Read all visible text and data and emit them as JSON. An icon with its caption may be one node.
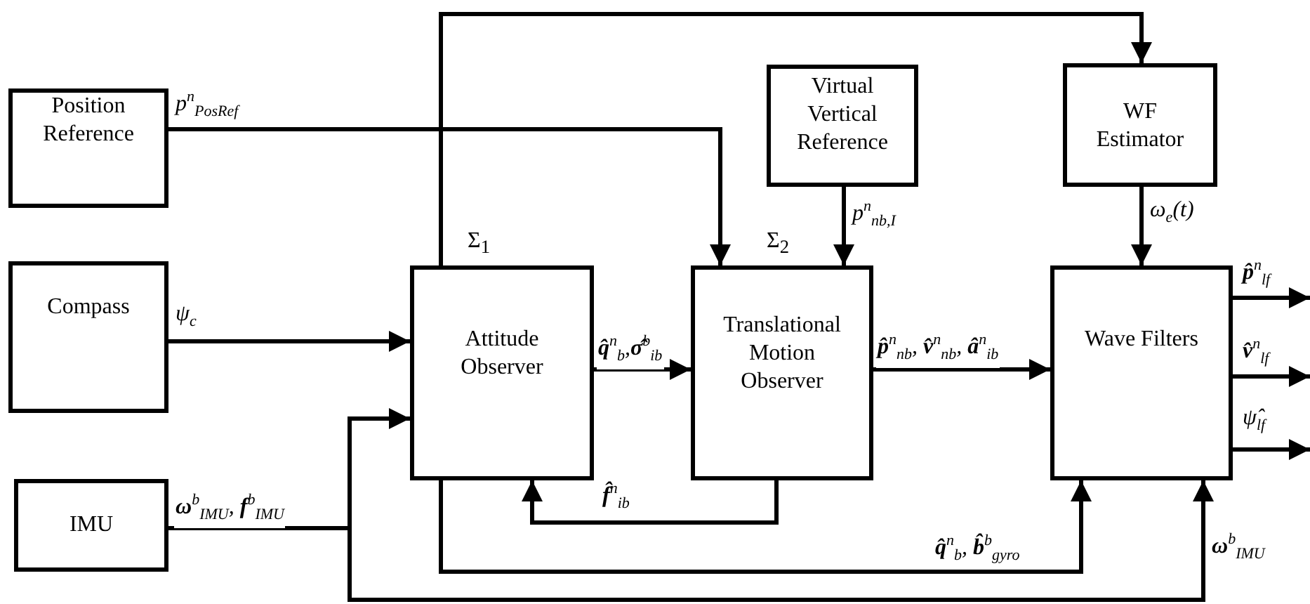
{
  "diagram": {
    "nodes": [
      {
        "text": [
          "Position Reference"
        ]
      },
      {
        "text": [
          "Compass"
        ]
      },
      {
        "text": [
          "IMU"
        ]
      },
      {
        "text": [
          "Attitude Observer"
        ],
        "beside": [
          "Σ$_{1}$"
        ]
      },
      {
        "text": [
          "Translational Motion Observer"
        ],
        "beside": [
          "Σ$_{2}$"
        ]
      },
      {
        "text": [
          "Virtual Vertical Reference"
        ]
      },
      {
        "text": [
          "WF Estimator"
        ]
      },
      {
        "text": [
          "Wave Filters"
        ]
      }
    ],
    "edges": [
      {
        "from": 0,
        "to": 4,
        "arrow": "to",
        "label": "p$^{n}$$_{PosRef}$"
      },
      {
        "from": 1,
        "to": 3,
        "arrow": "to",
        "label": "ψ$_{c}$"
      },
      {
        "from": 2,
        "to": 3,
        "arrow": "to",
        "label": "**ω**$^{b}$$_{IMU}$, **f**$^{b}$$_{IMU}$"
      },
      {
        "from": 2,
        "to": 7,
        "arrow": "to",
        "label": "**ω**$^{b}$$_{IMU}$"
      },
      {
        "from": 3,
        "to": 6,
        "arrow": "to"
      },
      {
        "from": 3,
        "to": 4,
        "arrow": "to",
        "label": "**q̂**$^{n}$$_{b}$,**σ̂**$^{b}$$_{ib}$"
      },
      {
        "from": 4,
        "to": 3,
        "arrow": "to",
        "label": "**f̂**$^{n}$$_{ib}$"
      },
      {
        "from": 3,
        "to": 7,
        "arrow": "to",
        "label": "**q̂**$^{n}$$_{b}$, **b̂**$^{b}$$_{gyro}$"
      },
      {
        "from": 5,
        "to": 4,
        "arrow": "to",
        "label": "p$^{n}$$_{nb,I}$"
      },
      {
        "from": 4,
        "to": 7,
        "arrow": "to",
        "label": "**p̂**$^{n}$$_{nb}$, **v̂**$^{n}$$_{nb}$, **â**$^{n}$$_{ib}$"
      },
      {
        "from": 6,
        "to": 7,
        "arrow": "to",
        "label": "ω$_{e}$(t)"
      },
      {
        "from": 7,
        "to": null,
        "arrow": "to",
        "label": "**p̂**$^{n}$$_{lf}$"
      },
      {
        "from": 7,
        "to": null,
        "arrow": "to",
        "label": "**v̂**$^{n}$$_{lf}$"
      },
      {
        "from": 7,
        "to": null,
        "arrow": "to",
        "label": "ψ̂$_{lf}$"
      }
    ]
  }
}
